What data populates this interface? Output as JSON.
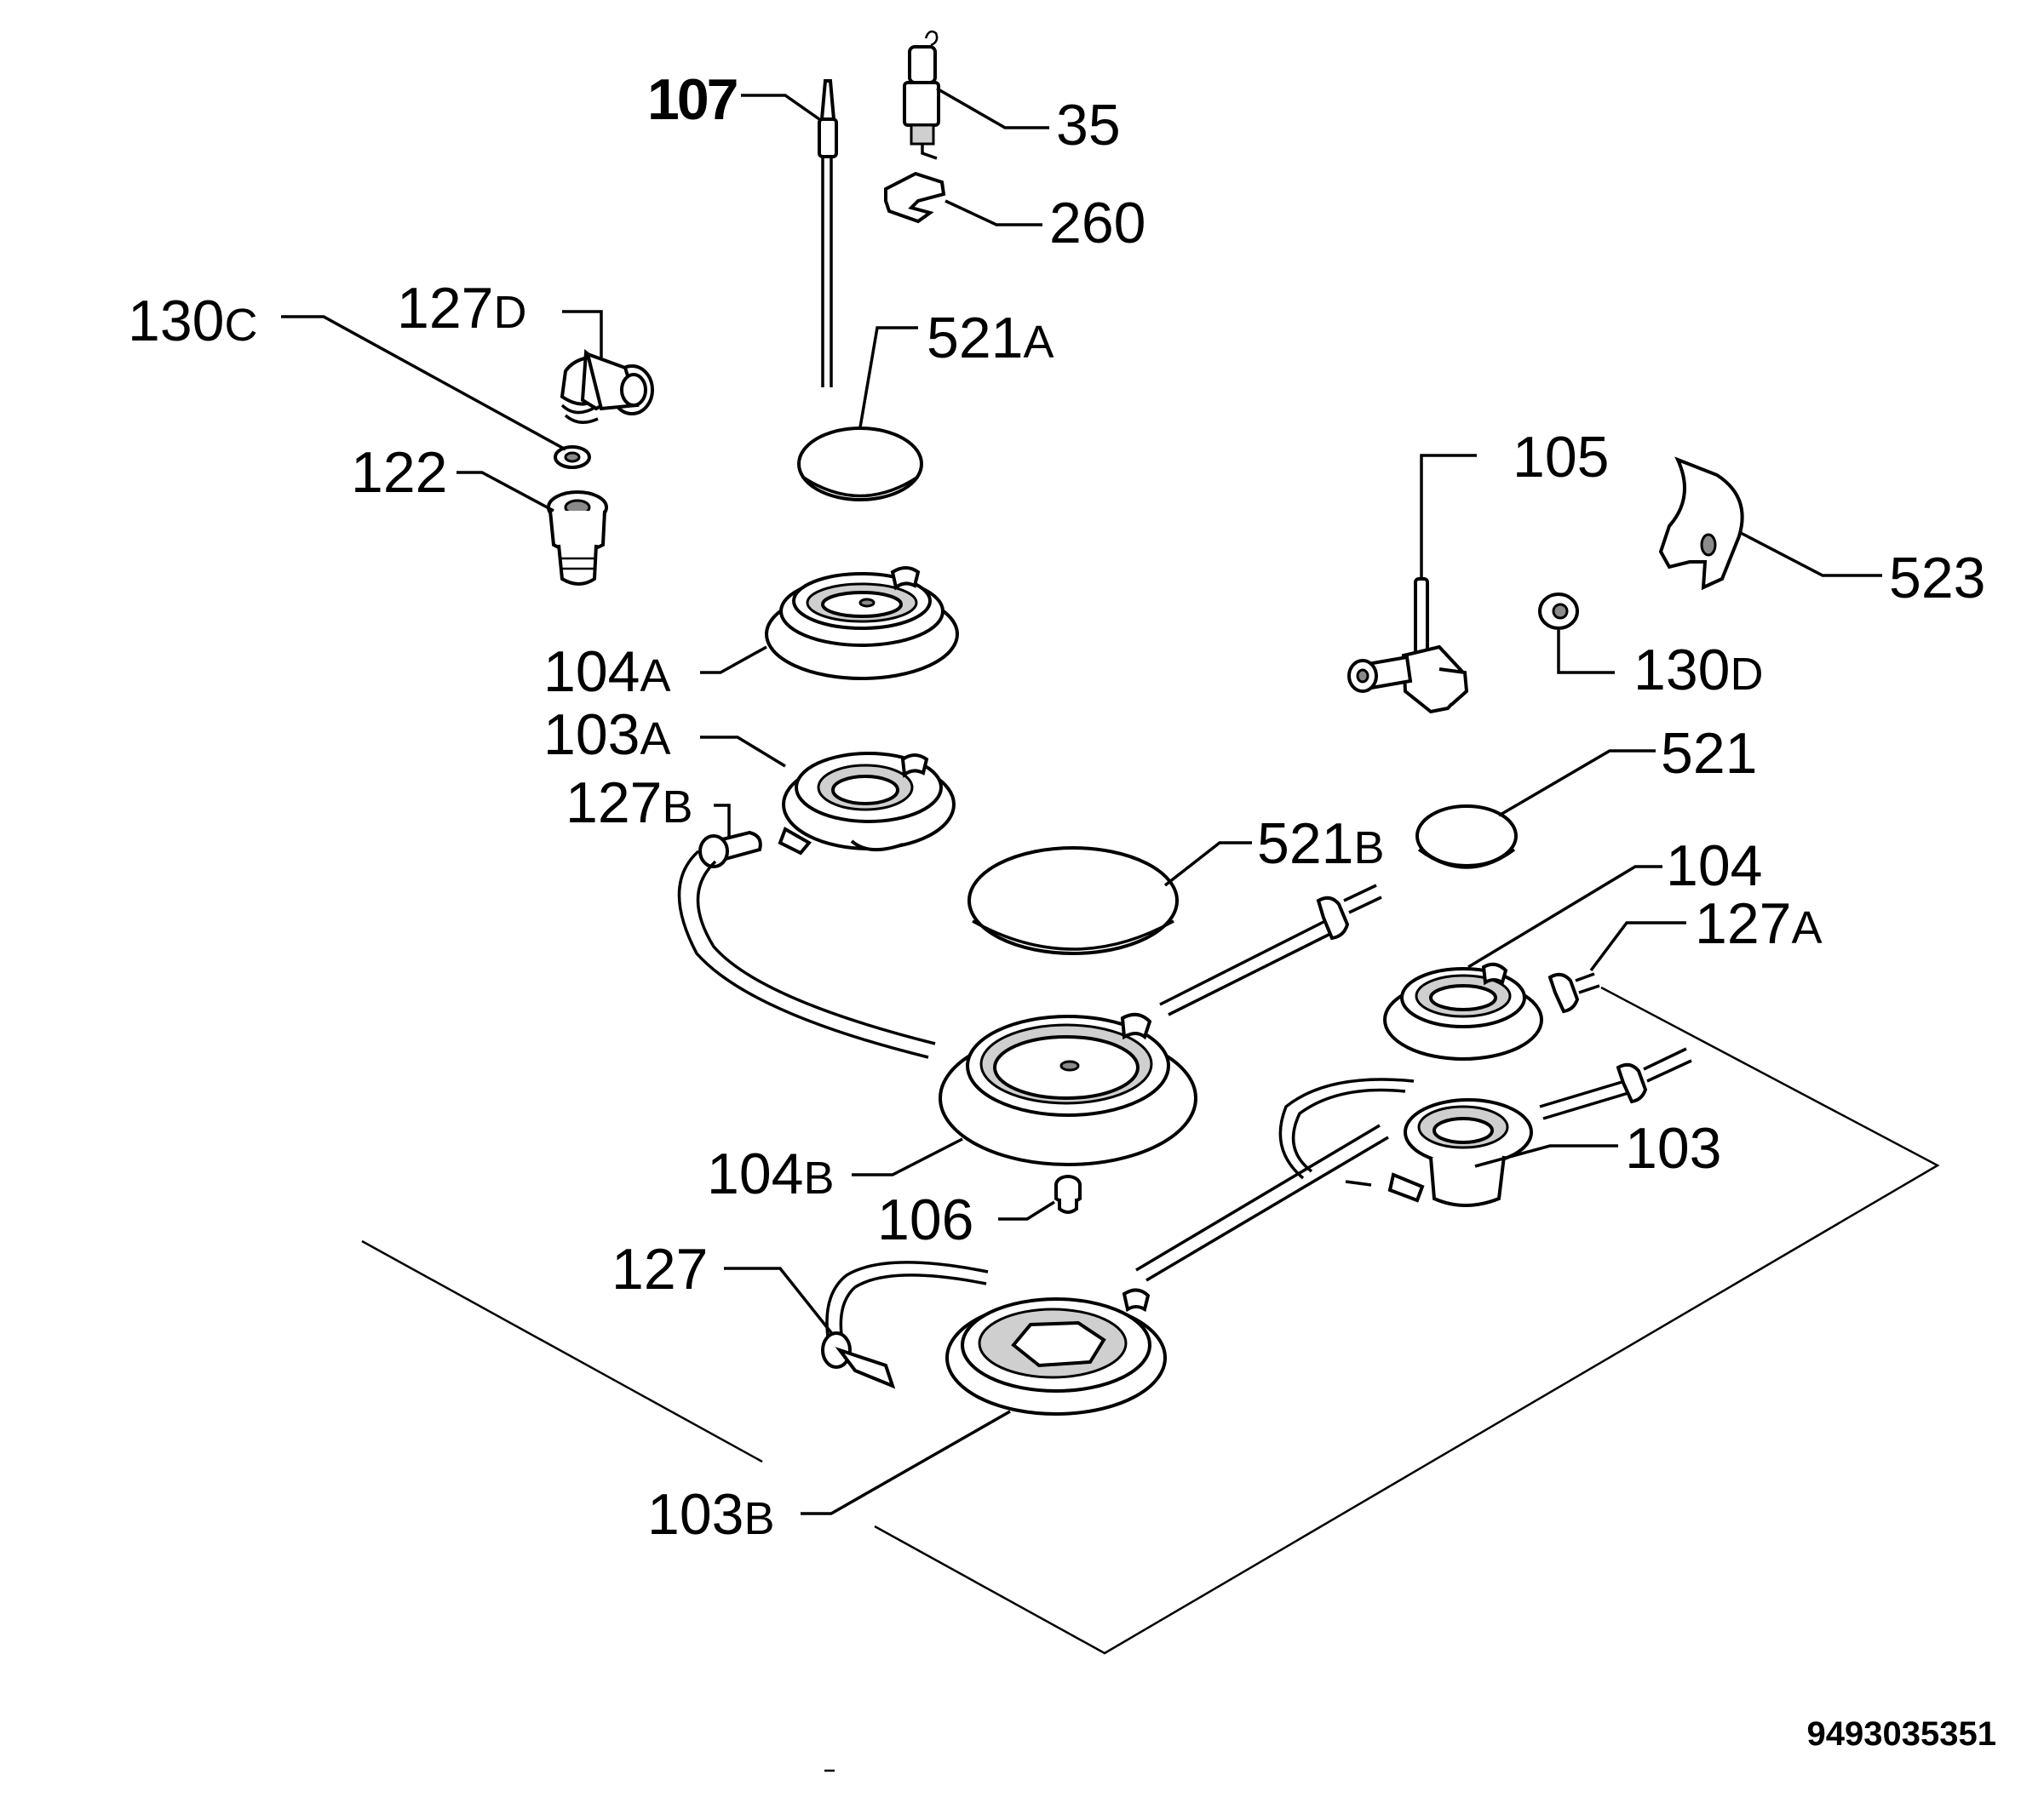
{
  "diagram": {
    "type": "exploded-parts-view",
    "document_number": "9493035351",
    "callouts": {
      "c107": {
        "num": "107",
        "suffix": ""
      },
      "c35": {
        "num": "35",
        "suffix": ""
      },
      "c260": {
        "num": "260",
        "suffix": ""
      },
      "c130C": {
        "num": "130",
        "suffix": "C"
      },
      "c127D": {
        "num": "127",
        "suffix": "D"
      },
      "c521A": {
        "num": "521",
        "suffix": "A"
      },
      "c122": {
        "num": "122",
        "suffix": ""
      },
      "c105": {
        "num": "105",
        "suffix": ""
      },
      "c523": {
        "num": "523",
        "suffix": ""
      },
      "c104A": {
        "num": "104",
        "suffix": "A"
      },
      "c130D": {
        "num": "130",
        "suffix": "D"
      },
      "c103A": {
        "num": "103",
        "suffix": "A"
      },
      "c521": {
        "num": "521",
        "suffix": ""
      },
      "c127B": {
        "num": "127",
        "suffix": "B"
      },
      "c521B": {
        "num": "521",
        "suffix": "B"
      },
      "c104": {
        "num": "104",
        "suffix": ""
      },
      "c127A": {
        "num": "127",
        "suffix": "A"
      },
      "c103": {
        "num": "103",
        "suffix": ""
      },
      "c104B": {
        "num": "104",
        "suffix": "B"
      },
      "c106": {
        "num": "106",
        "suffix": ""
      },
      "c127": {
        "num": "127",
        "suffix": ""
      },
      "c103B": {
        "num": "103",
        "suffix": "B"
      }
    }
  }
}
